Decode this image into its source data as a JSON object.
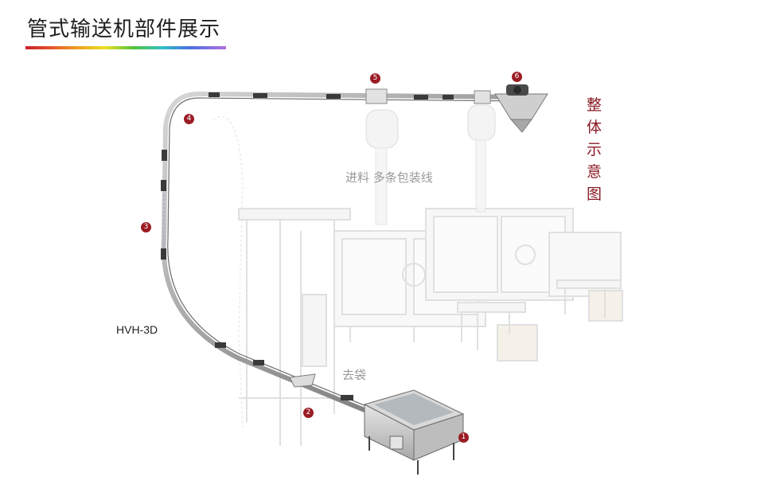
{
  "page": {
    "title": "管式输送机部件展示",
    "side_label_chars": [
      "整",
      "体",
      "示",
      "意",
      "图"
    ]
  },
  "labels": {
    "feed_lines": "进料 多条包装线",
    "bag_removal": "去袋",
    "model": "HVH-3D"
  },
  "markers": [
    "1",
    "2",
    "3",
    "4",
    "5",
    "6"
  ],
  "colors": {
    "accent": "#9b1c24",
    "side_text": "#8a1a24",
    "muted_label": "#9a9a9a",
    "tube": "#8c8c8c"
  }
}
